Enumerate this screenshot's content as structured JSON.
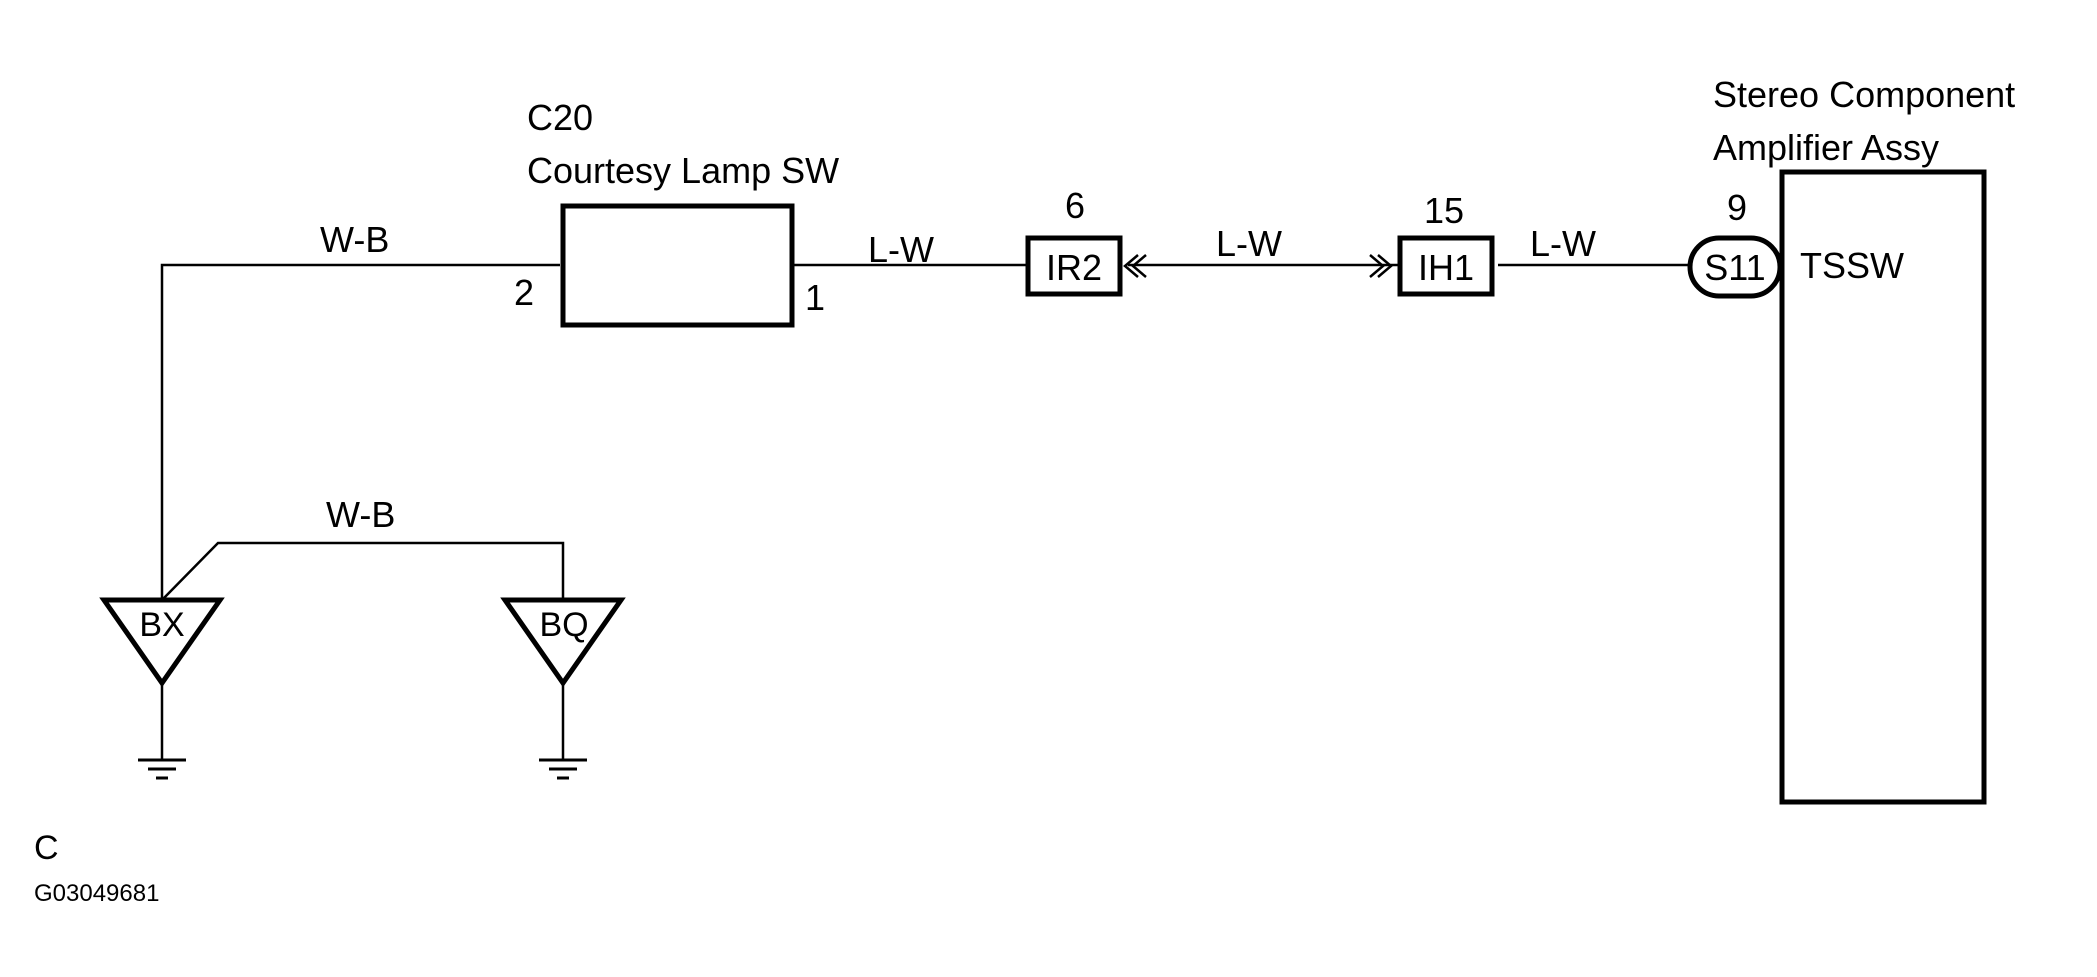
{
  "courtesy_switch": {
    "code": "C20",
    "name": "Courtesy Lamp SW",
    "pin_left": "2",
    "pin_right": "1"
  },
  "wires": {
    "wb_top": "W-B",
    "wb_bottom": "W-B",
    "lw_1": "L-W",
    "lw_2": "L-W",
    "lw_3": "L-W"
  },
  "connectors": {
    "ir2": {
      "label": "IR2",
      "pin": "6"
    },
    "ih1": {
      "label": "IH1",
      "pin": "15"
    },
    "s11": {
      "label": "S11",
      "pin": "9"
    }
  },
  "amplifier": {
    "name_line1": "Stereo Component",
    "name_line2": "Amplifier Assy",
    "terminal": "TSSW"
  },
  "grounds": {
    "bx": "BX",
    "bq": "BQ"
  },
  "footer": {
    "letter": "C",
    "code": "G03049681"
  }
}
